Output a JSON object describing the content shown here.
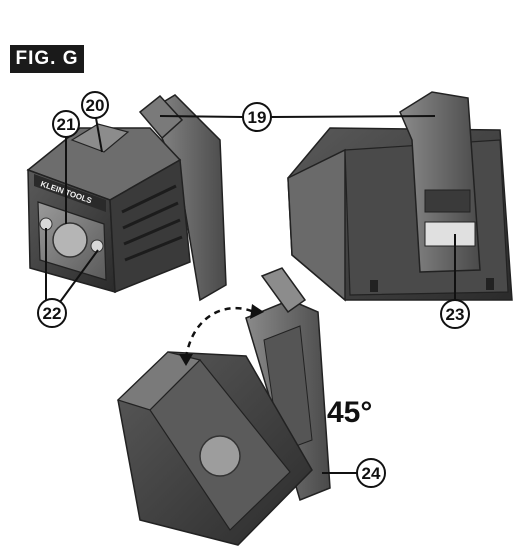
{
  "figure": {
    "label": "FIG. G",
    "brand": "KLEIN TOOLS",
    "angle_label": "45°",
    "callouts": {
      "c19": "19",
      "c20": "20",
      "c21": "21",
      "c22": "22",
      "c23": "23",
      "c24": "24"
    }
  }
}
